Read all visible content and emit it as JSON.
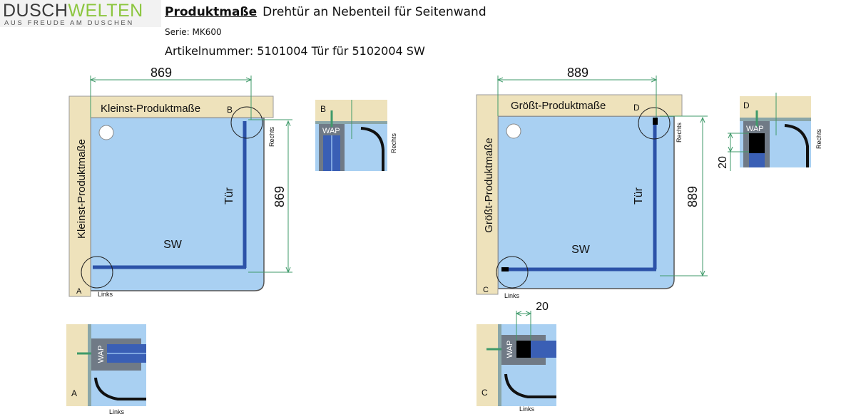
{
  "brand": {
    "logo_part1": "DUSCH",
    "logo_part2": "WELTEN",
    "tagline": "AUS FREUDE AM DUSCHEN"
  },
  "header": {
    "title_bold": "Produktmaße",
    "title_rest": "Drehtür an Nebenteil für Seitenwand",
    "series": "Serie:  MK600",
    "article": "Artikelnummer: 5101004 Tür für 5102004 SW"
  },
  "left": {
    "width_dim": "869",
    "depth_dim": "869",
    "top_label": "Kleinst-Produktmaße",
    "side_label": "Kleinst-Produktmaße",
    "door": "Tür",
    "side_wall": "SW",
    "corner_top": "B",
    "corner_bottom": "A",
    "right_label": "Rechts",
    "left_label": "Links"
  },
  "right": {
    "width_dim": "889",
    "depth_dim": "889",
    "top_label": "Größt-Produktmaße",
    "side_label": "Größt-Produktmaße",
    "door": "Tür",
    "side_wall": "SW",
    "corner_top": "D",
    "corner_bottom": "C",
    "right_label": "Rechts",
    "left_label": "Links"
  },
  "details": {
    "b": {
      "corner": "B",
      "wap": "WAP",
      "side": "Rechts"
    },
    "d": {
      "corner": "D",
      "wap": "WAP",
      "side": "Rechts",
      "offset": "20"
    },
    "a": {
      "corner": "A",
      "wap": "WAP",
      "side": "Links"
    },
    "c": {
      "corner": "C",
      "wap": "WAP",
      "side": "Links",
      "offset": "20"
    }
  },
  "colors": {
    "wall": "#eee2bb",
    "tray": "#a9d0f2",
    "profile": "#2c52a8",
    "dimension": "#3f9a6a"
  }
}
